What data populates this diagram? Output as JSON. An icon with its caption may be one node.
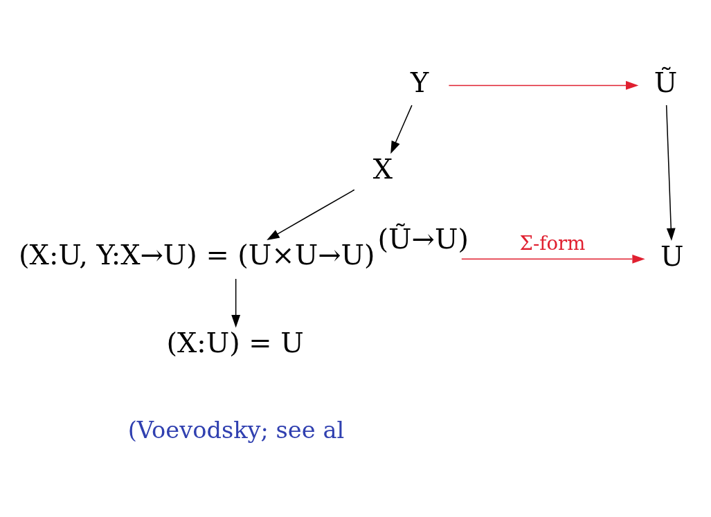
{
  "diagram": {
    "nodes": [
      {
        "text": [
          "Y"
        ]
      },
      {
        "text": [
          "Ũ"
        ]
      },
      {
        "text": [
          "X"
        ]
      },
      {
        "text": [
          "(X:U, Y:X→U) = (U×U→U)$^{(Ũ→U)}$"
        ]
      },
      {
        "text": [
          "U"
        ]
      },
      {
        "text": [
          "(X:U) = U"
        ]
      }
    ],
    "edges": [
      {
        "from": 0,
        "to": 1,
        "arrow": "to",
        "color": "#e02030"
      },
      {
        "from": 0,
        "to": 2,
        "arrow": "to"
      },
      {
        "from": 2,
        "to": 3,
        "arrow": "to"
      },
      {
        "from": 1,
        "to": 4,
        "arrow": "to"
      },
      {
        "from": 3,
        "to": 4,
        "arrow": "to",
        "label": "Σ-form",
        "color": "#e02030"
      },
      {
        "from": 3,
        "to": 5,
        "arrow": "to"
      }
    ],
    "labels": [
      "(Voevodsky; see al"
    ]
  }
}
